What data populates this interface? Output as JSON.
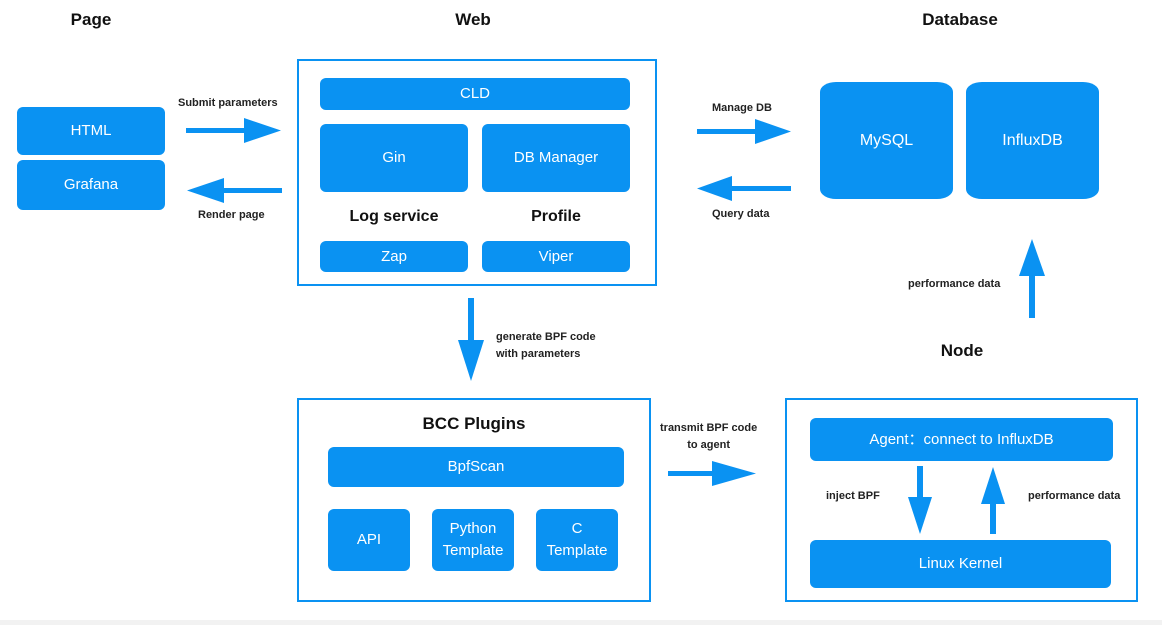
{
  "headings": {
    "page": "Page",
    "web": "Web",
    "database": "Database",
    "node": "Node"
  },
  "page_col": {
    "html": "HTML",
    "grafana": "Grafana"
  },
  "web": {
    "cld": "CLD",
    "gin": "Gin",
    "db_manager": "DB Manager",
    "log_service": "Log service",
    "profile": "Profile",
    "zap": "Zap",
    "viper": "Viper"
  },
  "database": {
    "mysql": "MySQL",
    "influxdb": "InfluxDB"
  },
  "bcc": {
    "title": "BCC Plugins",
    "bpfscan": "BpfScan",
    "api": "API",
    "python_template": "Python\nTemplate",
    "c_template": "C\nTemplate"
  },
  "node": {
    "agent": "Agent：connect to InfluxDB",
    "kernel": "Linux Kernel"
  },
  "arrow_labels": {
    "submit_parameters": "Submit parameters",
    "render_page": "Render page",
    "manage_db": "Manage DB",
    "query_data": "Query data",
    "generate_bpf": "generate BPF code\nwith parameters",
    "transmit_bpf": "transmit BPF code\nto agent",
    "performance_data_up": "performance data",
    "inject_bpf": "inject BPF",
    "performance_data_node": "performance data"
  },
  "colors": {
    "accent": "#0a92f2",
    "text": "#111111"
  }
}
